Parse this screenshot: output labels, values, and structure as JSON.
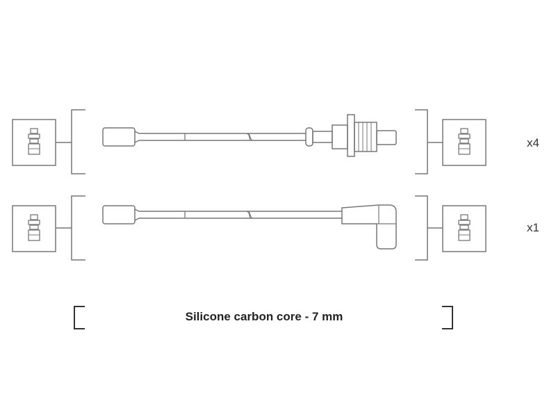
{
  "rows": [
    {
      "quantity_label": "x4",
      "end_a": "straight-cable-boot",
      "end_b": "threaded-coil-connector"
    },
    {
      "quantity_label": "x1",
      "end_a": "straight-cable-boot",
      "end_b": "angled-90-degree-boot"
    }
  ],
  "caption": "Silicone carbon core - 7 mm",
  "icons": [
    "spark-plug-terminal-icon"
  ],
  "colors": {
    "line": "#777777",
    "text": "#222222",
    "background": "#ffffff"
  }
}
